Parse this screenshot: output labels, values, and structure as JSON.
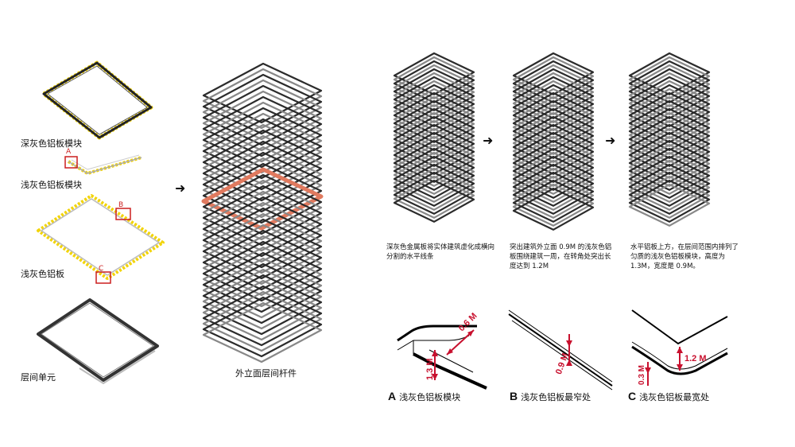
{
  "left_labels": {
    "dark_gray_module": "深灰色铝板模块",
    "light_gray_module": "浅灰色铝板模块",
    "light_gray_panel": "浅灰色铝板",
    "floor_unit": "层间单元"
  },
  "markers": {
    "a": "A",
    "b": "B",
    "c": "C"
  },
  "center_caption": "外立面层间杆件",
  "arrows": [
    "➜",
    "➜",
    "➜"
  ],
  "stages": [
    {
      "text": "深灰色金属板将实体建筑虚化成横向分割的水平线条"
    },
    {
      "text": "突出建筑外立面 0.9M 的浅灰色铝板围绕建筑一周，在转角处突出长度达到 1.2M"
    },
    {
      "text": "水平铝板上方，在层间范围内排列了匀质的浅灰色铝板模块，高度为 1.3M，宽度是 0.9M。"
    }
  ],
  "details": [
    {
      "letter": "A",
      "title": "浅灰色铝板模块",
      "dim1": "0.6 M",
      "dim2": "1.3 M"
    },
    {
      "letter": "B",
      "title": "浅灰色铝板最窄处",
      "dim1": "0.9 M"
    },
    {
      "letter": "C",
      "title": "浅灰色铝板最宽处",
      "dim1": "1.2 M",
      "dim2": "0.3 M"
    }
  ],
  "colors": {
    "frame_dark": "#2b2b2b",
    "frame_mid": "#888888",
    "highlight": "#e07a5f",
    "dash_yellow": "#f2d40a",
    "marker_red": "#cc1f1f",
    "dim_red": "#c8102e"
  }
}
